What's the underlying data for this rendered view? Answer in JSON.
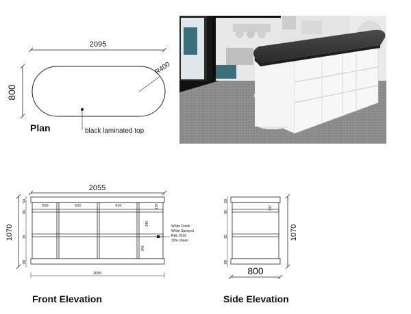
{
  "plan": {
    "width_dim": "2095",
    "depth_dim": "800",
    "radius": "R400",
    "title": "Plan",
    "note": "black laminated top"
  },
  "render_photo": {
    "colors": {
      "top": "#3a3a3a",
      "body": "#f2f2f2",
      "carpet": "#8a8a8a",
      "wall": "#1a1a1a"
    }
  },
  "front": {
    "title": "Front Elevation",
    "top_dim": "2055",
    "bottom_dim": "2095",
    "height_dim": "1070",
    "left_dims": [
      "50",
      "35",
      "35",
      "90"
    ],
    "top_inner": [
      "555",
      "620",
      "620"
    ],
    "right_inner": [
      "130"
    ],
    "mid_dims": [
      "340",
      "340"
    ],
    "note": [
      "White Finish",
      "White Sprayed",
      "RAL 9016",
      "30% sheen"
    ]
  },
  "side": {
    "title": "Side Elevation",
    "width_dim": "800",
    "height_dim": "1070",
    "left_dims": [
      "50",
      "35",
      "35",
      "90"
    ],
    "inner_dim": "337"
  }
}
